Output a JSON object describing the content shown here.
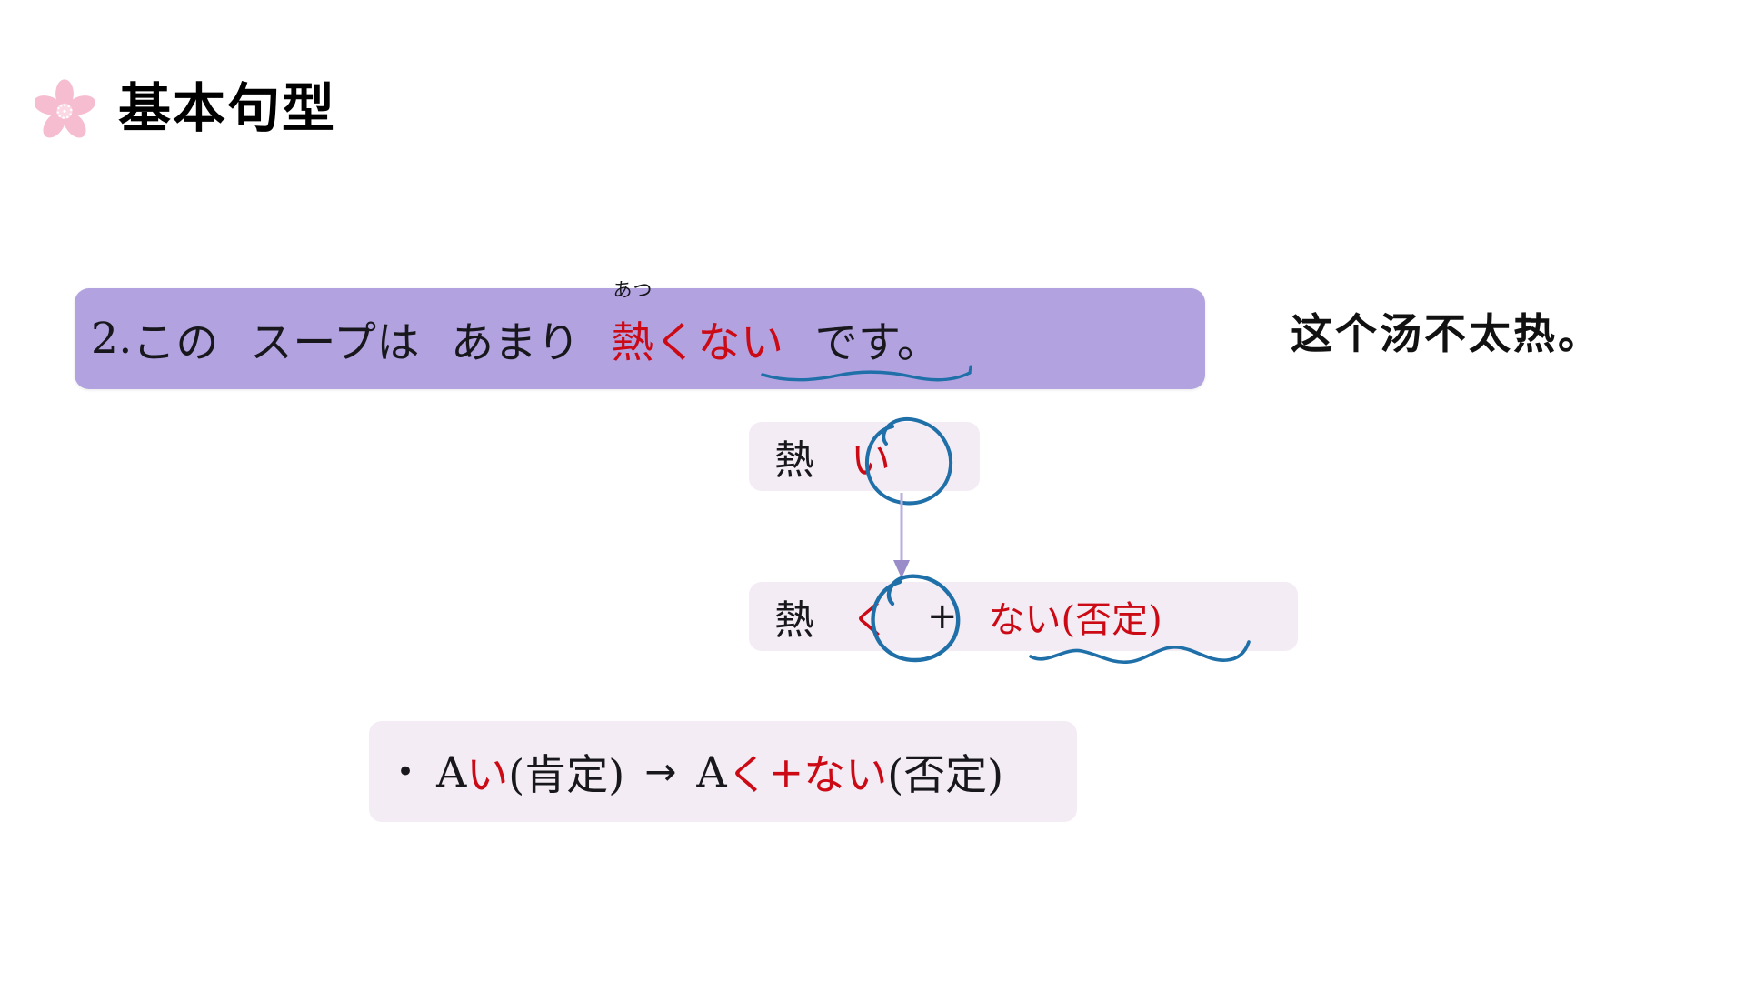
{
  "slide": {
    "background_color": "#ffffff",
    "title": "基本句型",
    "title_icon": "sakura-flower-icon",
    "accent_colors": {
      "banner_purple": "#b2a3e0",
      "box_lavender": "#f3ecf4",
      "highlight_red": "#cc0a15",
      "annotation_blue": "#1f6fa8",
      "sakura_pink": "#f6bcd0",
      "text_black": "#17171c"
    }
  },
  "example_sentence": {
    "number": "2.",
    "part1": "この",
    "part2": "スープは",
    "part3": "あまり",
    "furigana": "あつ",
    "highlight": "熱くない",
    "part4": "です。",
    "translation_cn": "这个汤不太热。",
    "has_blue_underline": true
  },
  "derivation": {
    "step1": {
      "stem": "熱",
      "ending": "い",
      "ending_circled": true,
      "ending_color": "#cc0a15"
    },
    "step2": {
      "stem": "熱",
      "ending": "く",
      "ending_circled": true,
      "plus": "+",
      "negative": "ない",
      "negative_note": "(否定)",
      "negative_color": "#cc0a15",
      "has_wavy_underline": true
    },
    "connector_icon": "down-arrow-icon"
  },
  "rule": {
    "bullet": "•",
    "affirmative_letter": "A",
    "affirmative_ending": "い",
    "affirmative_note": "(肯定)",
    "arrow": "→",
    "negative_letter": "A",
    "negative_ending": "く",
    "plus": "+",
    "negative_suffix": "ない",
    "negative_note": "(否定)"
  }
}
